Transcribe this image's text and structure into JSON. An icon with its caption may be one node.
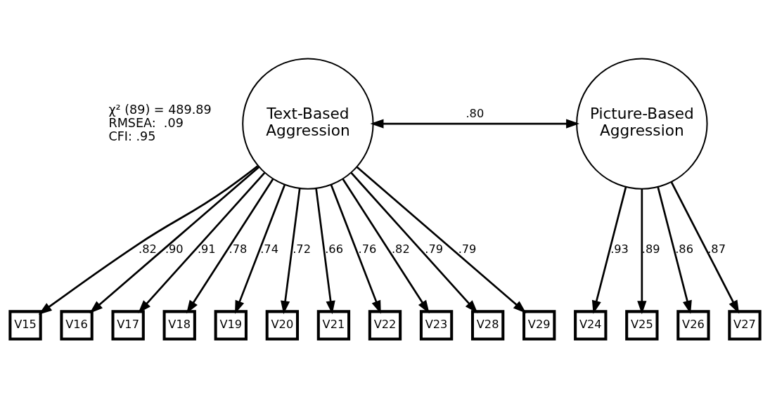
{
  "diagram": {
    "nodes": [
      {
        "text": [
          "Text-Based Aggression"
        ]
      },
      {
        "text": [
          "Picture-Based Aggression"
        ]
      },
      {
        "text": [
          "V15"
        ]
      },
      {
        "text": [
          "V16"
        ]
      },
      {
        "text": [
          "V17"
        ]
      },
      {
        "text": [
          "V18"
        ]
      },
      {
        "text": [
          "V19"
        ]
      },
      {
        "text": [
          "V20"
        ]
      },
      {
        "text": [
          "V21"
        ]
      },
      {
        "text": [
          "V22"
        ]
      },
      {
        "text": [
          "V23"
        ]
      },
      {
        "text": [
          "V28"
        ]
      },
      {
        "text": [
          "V29"
        ]
      },
      {
        "text": [
          "V24"
        ]
      },
      {
        "text": [
          "V25"
        ]
      },
      {
        "text": [
          "V26"
        ]
      },
      {
        "text": [
          "V27"
        ]
      }
    ],
    "edges": [
      {
        "from": 0,
        "to": 1,
        "arrow": "both",
        "label": ".80"
      },
      {
        "from": 0,
        "to": 2,
        "arrow": "to",
        "label": ".82"
      },
      {
        "from": 0,
        "to": 3,
        "arrow": "to",
        "label": ".90"
      },
      {
        "from": 0,
        "to": 4,
        "arrow": "to",
        "label": ".91"
      },
      {
        "from": 0,
        "to": 5,
        "arrow": "to",
        "label": ".78"
      },
      {
        "from": 0,
        "to": 6,
        "arrow": "to",
        "label": ".74"
      },
      {
        "from": 0,
        "to": 7,
        "arrow": "to",
        "label": ".72"
      },
      {
        "from": 0,
        "to": 8,
        "arrow": "to",
        "label": ".66"
      },
      {
        "from": 0,
        "to": 9,
        "arrow": "to",
        "label": ".76"
      },
      {
        "from": 0,
        "to": 10,
        "arrow": "to",
        "label": ".82"
      },
      {
        "from": 0,
        "to": 11,
        "arrow": "to",
        "label": ".79"
      },
      {
        "from": 0,
        "to": 12,
        "arrow": "to",
        "label": ".79"
      },
      {
        "from": 1,
        "to": 13,
        "arrow": "to",
        "label": ".93"
      },
      {
        "from": 1,
        "to": 14,
        "arrow": "to",
        "label": ".89"
      },
      {
        "from": 1,
        "to": 15,
        "arrow": "to",
        "label": ".86"
      },
      {
        "from": 1,
        "to": 16,
        "arrow": "to",
        "label": ".87"
      }
    ],
    "labels": [
      "χ² (89) = 489.89",
      "RMSEA:  .09",
      "CFI: .95"
    ]
  }
}
